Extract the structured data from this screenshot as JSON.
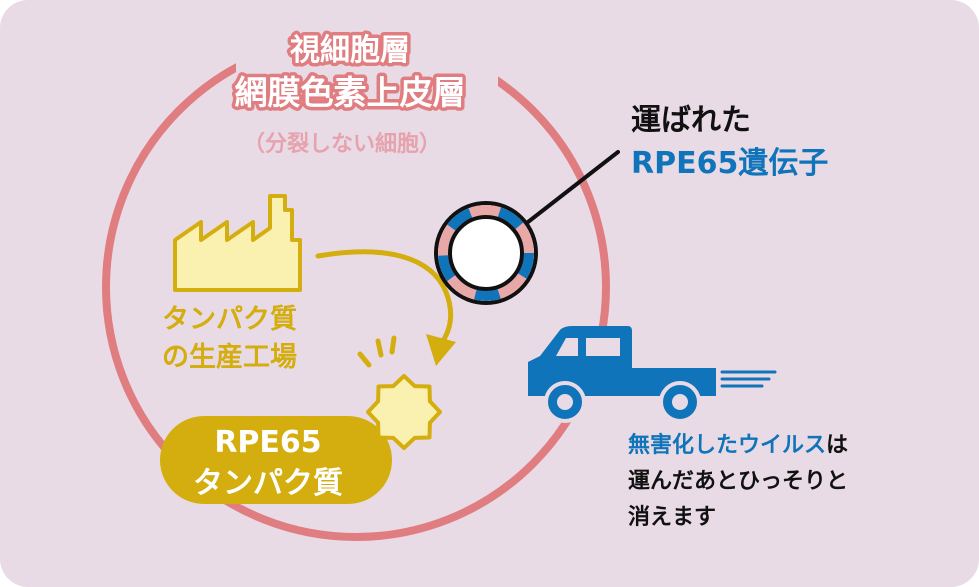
{
  "cell_title": {
    "line1": "視細胞層",
    "line2": "網膜色素上皮層",
    "note": "（分裂しない細胞）"
  },
  "gene_label": {
    "line1": "運ばれた",
    "line2": "RPE65遺伝子"
  },
  "factory_label": {
    "line1": "タンパク質",
    "line2": "の生産工場"
  },
  "protein_label": {
    "line1": "RPE65",
    "line2": "タンパク質"
  },
  "virus_label": {
    "line1_blue": "無害化したウイルス",
    "line1_black": "は",
    "line2": "運んだあとひっそりと",
    "line3": "消えます"
  },
  "colors": {
    "background": "#e9dbe6",
    "cell_ring": "#e07d80",
    "cell_title": "#e07d80",
    "note": "#e6a3ad",
    "gold": "#d4ad0f",
    "factory_fill": "#faf0b0",
    "blue": "#0f74b9",
    "pink": "#e9a8a8",
    "black": "#111111"
  },
  "icons": {
    "factory": "factory-icon",
    "truck": "truck-icon",
    "protein_burst": "protein-burst-icon",
    "gene_ring": "gene-ring-icon"
  }
}
